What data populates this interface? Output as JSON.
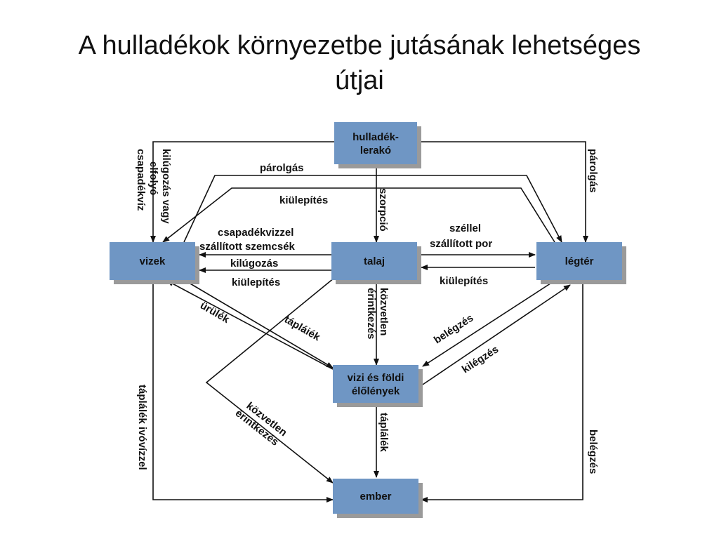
{
  "title": {
    "line1": "A hulladékok környezetbe jutásának lehetséges",
    "line2": "útjai"
  },
  "diagram": {
    "box_color": "#6f96c4",
    "box_shadow_color": "#9a9a9a",
    "nodes": {
      "landfill": [
        "hulladék-",
        "lerakó"
      ],
      "waters": "vizek",
      "soil": "talaj",
      "air": "légtér",
      "organisms": [
        "vizi és földi",
        "élőlények"
      ],
      "human": "ember"
    },
    "labels": {
      "leaching_precip": [
        "kilúgozás vagy",
        "elfolyó",
        "csapadékvíz"
      ],
      "evaporation_top": "párolgás",
      "settling_top": "kiülepítés",
      "evaporation_right": "párolgás",
      "sorption": "szorpció",
      "precip_transport": [
        "csapadékvizzel",
        "szállított szemcsék"
      ],
      "leaching": "kilúgozás",
      "settling_left": "kiülepítés",
      "wind_dust": [
        "széllel",
        "szállított por"
      ],
      "settling_right": "kiülepítés",
      "direct_contact_vertical": [
        "közvetlen",
        "érintkezés"
      ],
      "excrement": "ürülék",
      "nutrient_diag": "tápláiék",
      "inhalation_diag": "belégzés",
      "exhalation": "kilégzés",
      "nutrient_drinking_water": "táplálék ivóvízzel",
      "direct_contact_diag": [
        "közvetlen",
        "érintkezés"
      ],
      "nutrient_vertical": "táplálék",
      "inhalation_right": "belégzés"
    }
  }
}
